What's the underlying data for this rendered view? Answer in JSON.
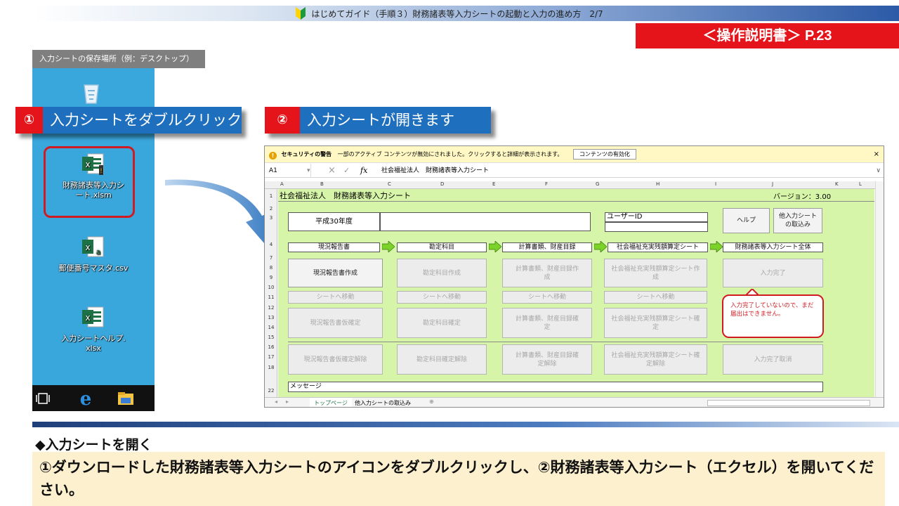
{
  "header": {
    "title": "はじめてガイド（手順３）財務諸表等入力シートの起動と入力の進め方　2/7",
    "manual_ref": "＜操作説明書＞ P.23"
  },
  "desktop": {
    "location_label": "入力シートの保存場所（例：デスクトップ）",
    "icons": [
      {
        "label": "財務諸表等入力シート.xlsm",
        "line1": "財務諸表等入力シ",
        "line2": "ート.xlsm"
      },
      {
        "label": "郵便番号マスタ.csv"
      },
      {
        "label1": "入力シートヘルプ.",
        "label2": "xlsx"
      }
    ]
  },
  "callouts": {
    "step1_num": "①",
    "step1_text": "入力シートをダブルクリック",
    "step2_num": "②",
    "step2_text": "入力シートが開きます"
  },
  "excel": {
    "security_label": "セキュリティの警告",
    "security_text": "一部のアクティブ コンテンツが無効にされました。クリックすると詳細が表示されます。",
    "enable_button": "コンテンツの有効化",
    "cell_ref": "A1",
    "formula": "社会福祉法人　財務諸表等入力シート",
    "columns": [
      "A",
      "B",
      "C",
      "D",
      "E",
      "F",
      "G",
      "H",
      "I",
      "J",
      "K",
      "L"
    ],
    "rows": [
      "1",
      "2",
      "3",
      "4",
      "7",
      "8",
      "9",
      "10",
      "11",
      "12",
      "13",
      "14",
      "15",
      "16",
      "17",
      "18",
      "22"
    ],
    "sheet_title": "社会福祉法人　財務諸表等入力シート",
    "version": "バージョン：3.00",
    "fiscal_year": "平成30年度",
    "user_id_label": "ユーザーID",
    "help_button": "ヘルプ",
    "import_button": "他入力シートの取込み",
    "flow": [
      "現況報告書",
      "勘定科目",
      "計算書類、財産目録",
      "社会福祉充実残額算定シート",
      "財務諸表等入力シート全体"
    ],
    "create_buttons": [
      "現況報告書作成",
      "勘定科目作成",
      "計算書類、財産目録作成",
      "社会福祉充実残額算定シート作成",
      "入力完了"
    ],
    "move_button": "シートへ移動",
    "confirm_buttons": [
      "現況報告書仮確定",
      "勘定科目確定",
      "計算書類、財産目録確定",
      "社会福祉充実残額算定シート確定"
    ],
    "release_buttons": [
      "現況報告書仮確定解除",
      "勘定科目確定解除",
      "計算書類、財産目録確定解除",
      "社会福祉充実残額算定シート確定解除",
      "入力完了取消"
    ],
    "tooltip": "入力完了していないので、まだ届出はできません。",
    "message_label": "メッセージ",
    "tabs": [
      "トップページ",
      "他入力シートの取込み"
    ]
  },
  "instructions": {
    "section_title": "◆入力シートを開く",
    "body": "①ダウンロードした財務諸表等入力シートのアイコンをダブルクリックし、②財務諸表等入力シート（エクセル）を開いてください。"
  },
  "colors": {
    "accent_red": "#e5141b",
    "accent_blue": "#1f6fbf",
    "sheet_green": "#d7f5a8"
  }
}
